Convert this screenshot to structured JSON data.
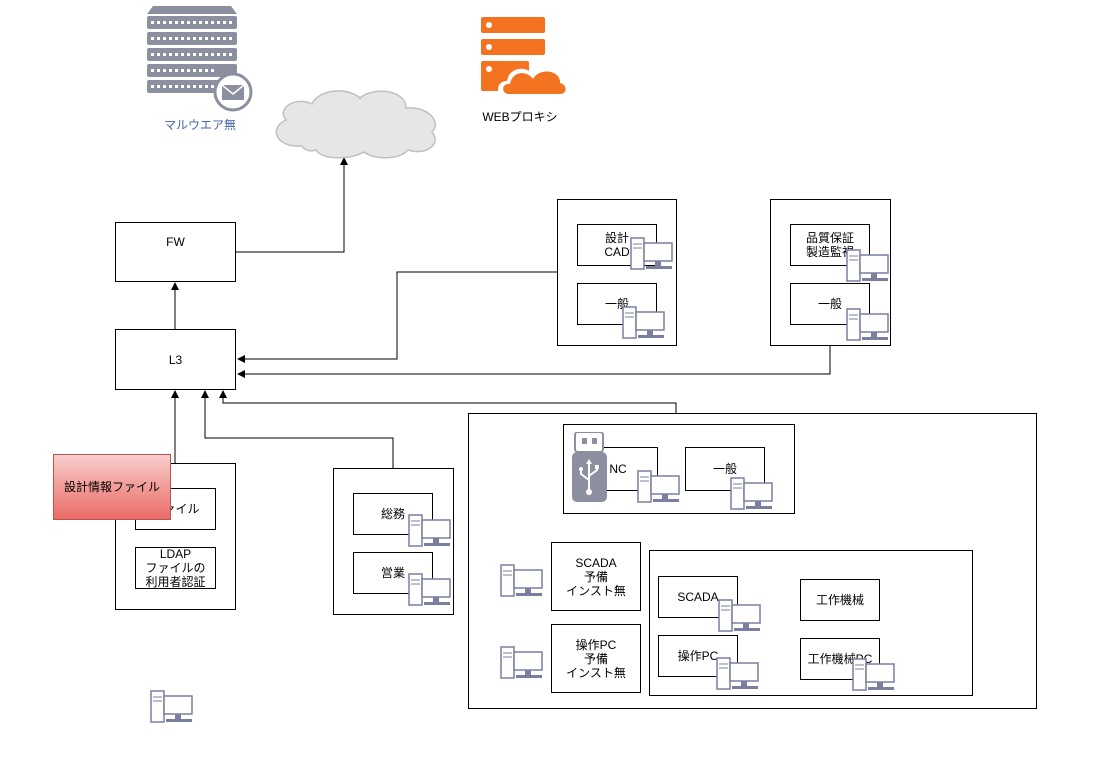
{
  "server_label": "マルウエア無",
  "proxy_label": "WEBプロキシ",
  "nodes": {
    "fw": "FW",
    "l3": "L3",
    "cad": "設計\nCAD",
    "design_general": "一般",
    "qa": "品質保証\n製造監視",
    "qa_general": "一般",
    "file": "ファイル",
    "ldap": "LDAP\nファイルの\n利用者認証",
    "soumu": "総務",
    "eigyo": "営業",
    "nc": "NC",
    "nc_general": "一般",
    "scada_spare": "SCADA\n予備\nインスト無",
    "op_spare": "操作PC\n予備\nインスト無",
    "scada": "SCADA",
    "machine": "工作機械",
    "op_pc": "操作PC",
    "machine_pc": "工作機械PC"
  },
  "note": "設計情報ファイル",
  "colors": {
    "note_fill_top": "#f8cecc",
    "note_fill_bottom": "#ea6b66",
    "note_border": "#b85450",
    "proxy_orange": "#f47321",
    "server_gray": "#8c8fa0",
    "pc_outline": "#7a7fa0",
    "server_label": "#4863a8"
  }
}
